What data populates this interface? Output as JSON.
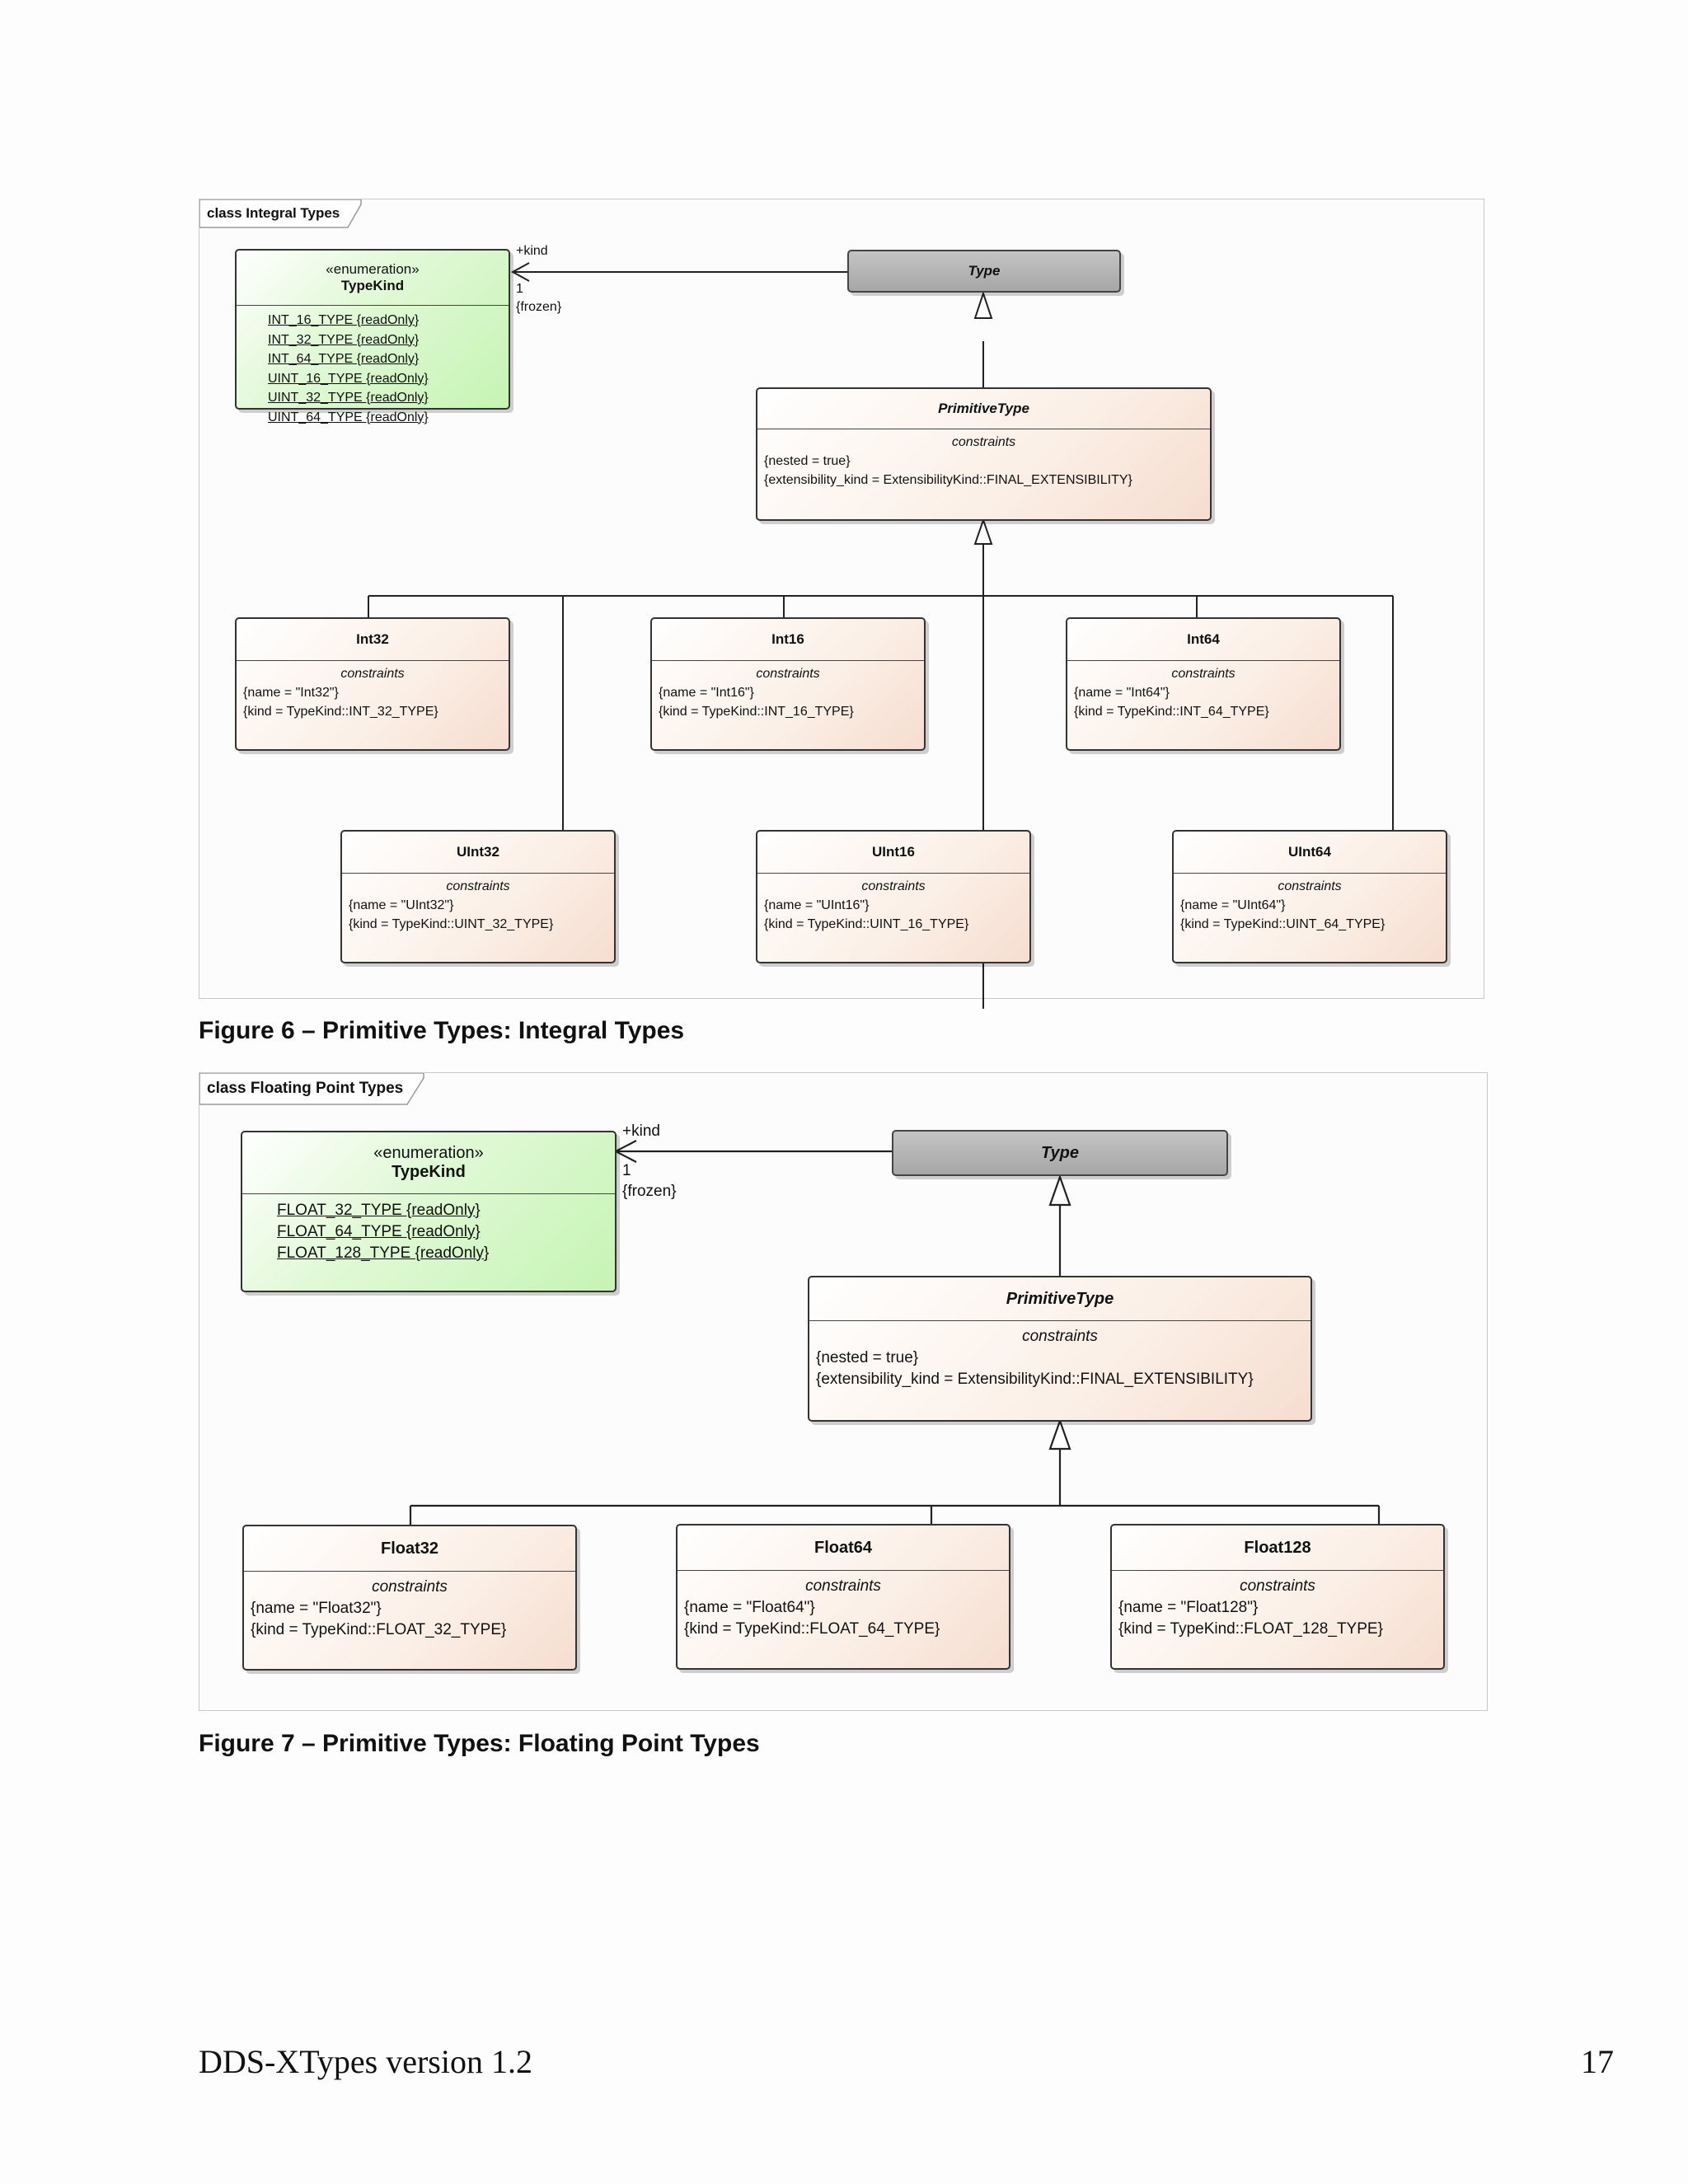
{
  "integral": {
    "frame_label": "class Integral Types",
    "enum": {
      "stereotype": "«enumeration»",
      "name": "TypeKind",
      "literals": [
        "INT_16_TYPE {readOnly}",
        "INT_32_TYPE {readOnly}",
        "INT_64_TYPE {readOnly}",
        "UINT_16_TYPE {readOnly}",
        "UINT_32_TYPE {readOnly}",
        "UINT_64_TYPE {readOnly}"
      ]
    },
    "assoc": {
      "role": "+kind",
      "multiplicity": "1",
      "constraint": "{frozen}"
    },
    "type_name": "Type",
    "primitive": {
      "name": "PrimitiveType",
      "caption": "constraints",
      "lines": [
        "{nested = true}",
        "{extensibility_kind = ExtensibilityKind::FINAL_EXTENSIBILITY}"
      ]
    },
    "classes": [
      {
        "name": "Int32",
        "caption": "constraints",
        "lines": [
          "{name = \"Int32\"}",
          "{kind = TypeKind::INT_32_TYPE}"
        ]
      },
      {
        "name": "Int16",
        "caption": "constraints",
        "lines": [
          "{name = \"Int16\"}",
          "{kind = TypeKind::INT_16_TYPE}"
        ]
      },
      {
        "name": "Int64",
        "caption": "constraints",
        "lines": [
          "{name = \"Int64\"}",
          "{kind = TypeKind::INT_64_TYPE}"
        ]
      },
      {
        "name": "UInt32",
        "caption": "constraints",
        "lines": [
          "{name = \"UInt32\"}",
          "{kind = TypeKind::UINT_32_TYPE}"
        ]
      },
      {
        "name": "UInt16",
        "caption": "constraints",
        "lines": [
          "{name = \"UInt16\"}",
          "{kind = TypeKind::UINT_16_TYPE}"
        ]
      },
      {
        "name": "UInt64",
        "caption": "constraints",
        "lines": [
          "{name = \"UInt64\"}",
          "{kind = TypeKind::UINT_64_TYPE}"
        ]
      }
    ],
    "caption": "Figure 6 – Primitive Types: Integral Types"
  },
  "floating": {
    "frame_label": "class Floating Point Types",
    "enum": {
      "stereotype": "«enumeration»",
      "name": "TypeKind",
      "literals": [
        "FLOAT_32_TYPE {readOnly}",
        "FLOAT_64_TYPE {readOnly}",
        "FLOAT_128_TYPE {readOnly}"
      ]
    },
    "assoc": {
      "role": "+kind",
      "multiplicity": "1",
      "constraint": "{frozen}"
    },
    "type_name": "Type",
    "primitive": {
      "name": "PrimitiveType",
      "caption": "constraints",
      "lines": [
        "{nested = true}",
        "{extensibility_kind = ExtensibilityKind::FINAL_EXTENSIBILITY}"
      ]
    },
    "classes": [
      {
        "name": "Float32",
        "caption": "constraints",
        "lines": [
          "{name = \"Float32\"}",
          "{kind = TypeKind::FLOAT_32_TYPE}"
        ]
      },
      {
        "name": "Float64",
        "caption": "constraints",
        "lines": [
          "{name = \"Float64\"}",
          "{kind = TypeKind::FLOAT_64_TYPE}"
        ]
      },
      {
        "name": "Float128",
        "caption": "constraints",
        "lines": [
          "{name = \"Float128\"}",
          "{kind = TypeKind::FLOAT_128_TYPE}"
        ]
      }
    ],
    "caption": "Figure 7 – Primitive Types: Floating Point Types"
  },
  "footer": {
    "doc_title": "DDS-XTypes version 1.2",
    "page_number": "17"
  }
}
